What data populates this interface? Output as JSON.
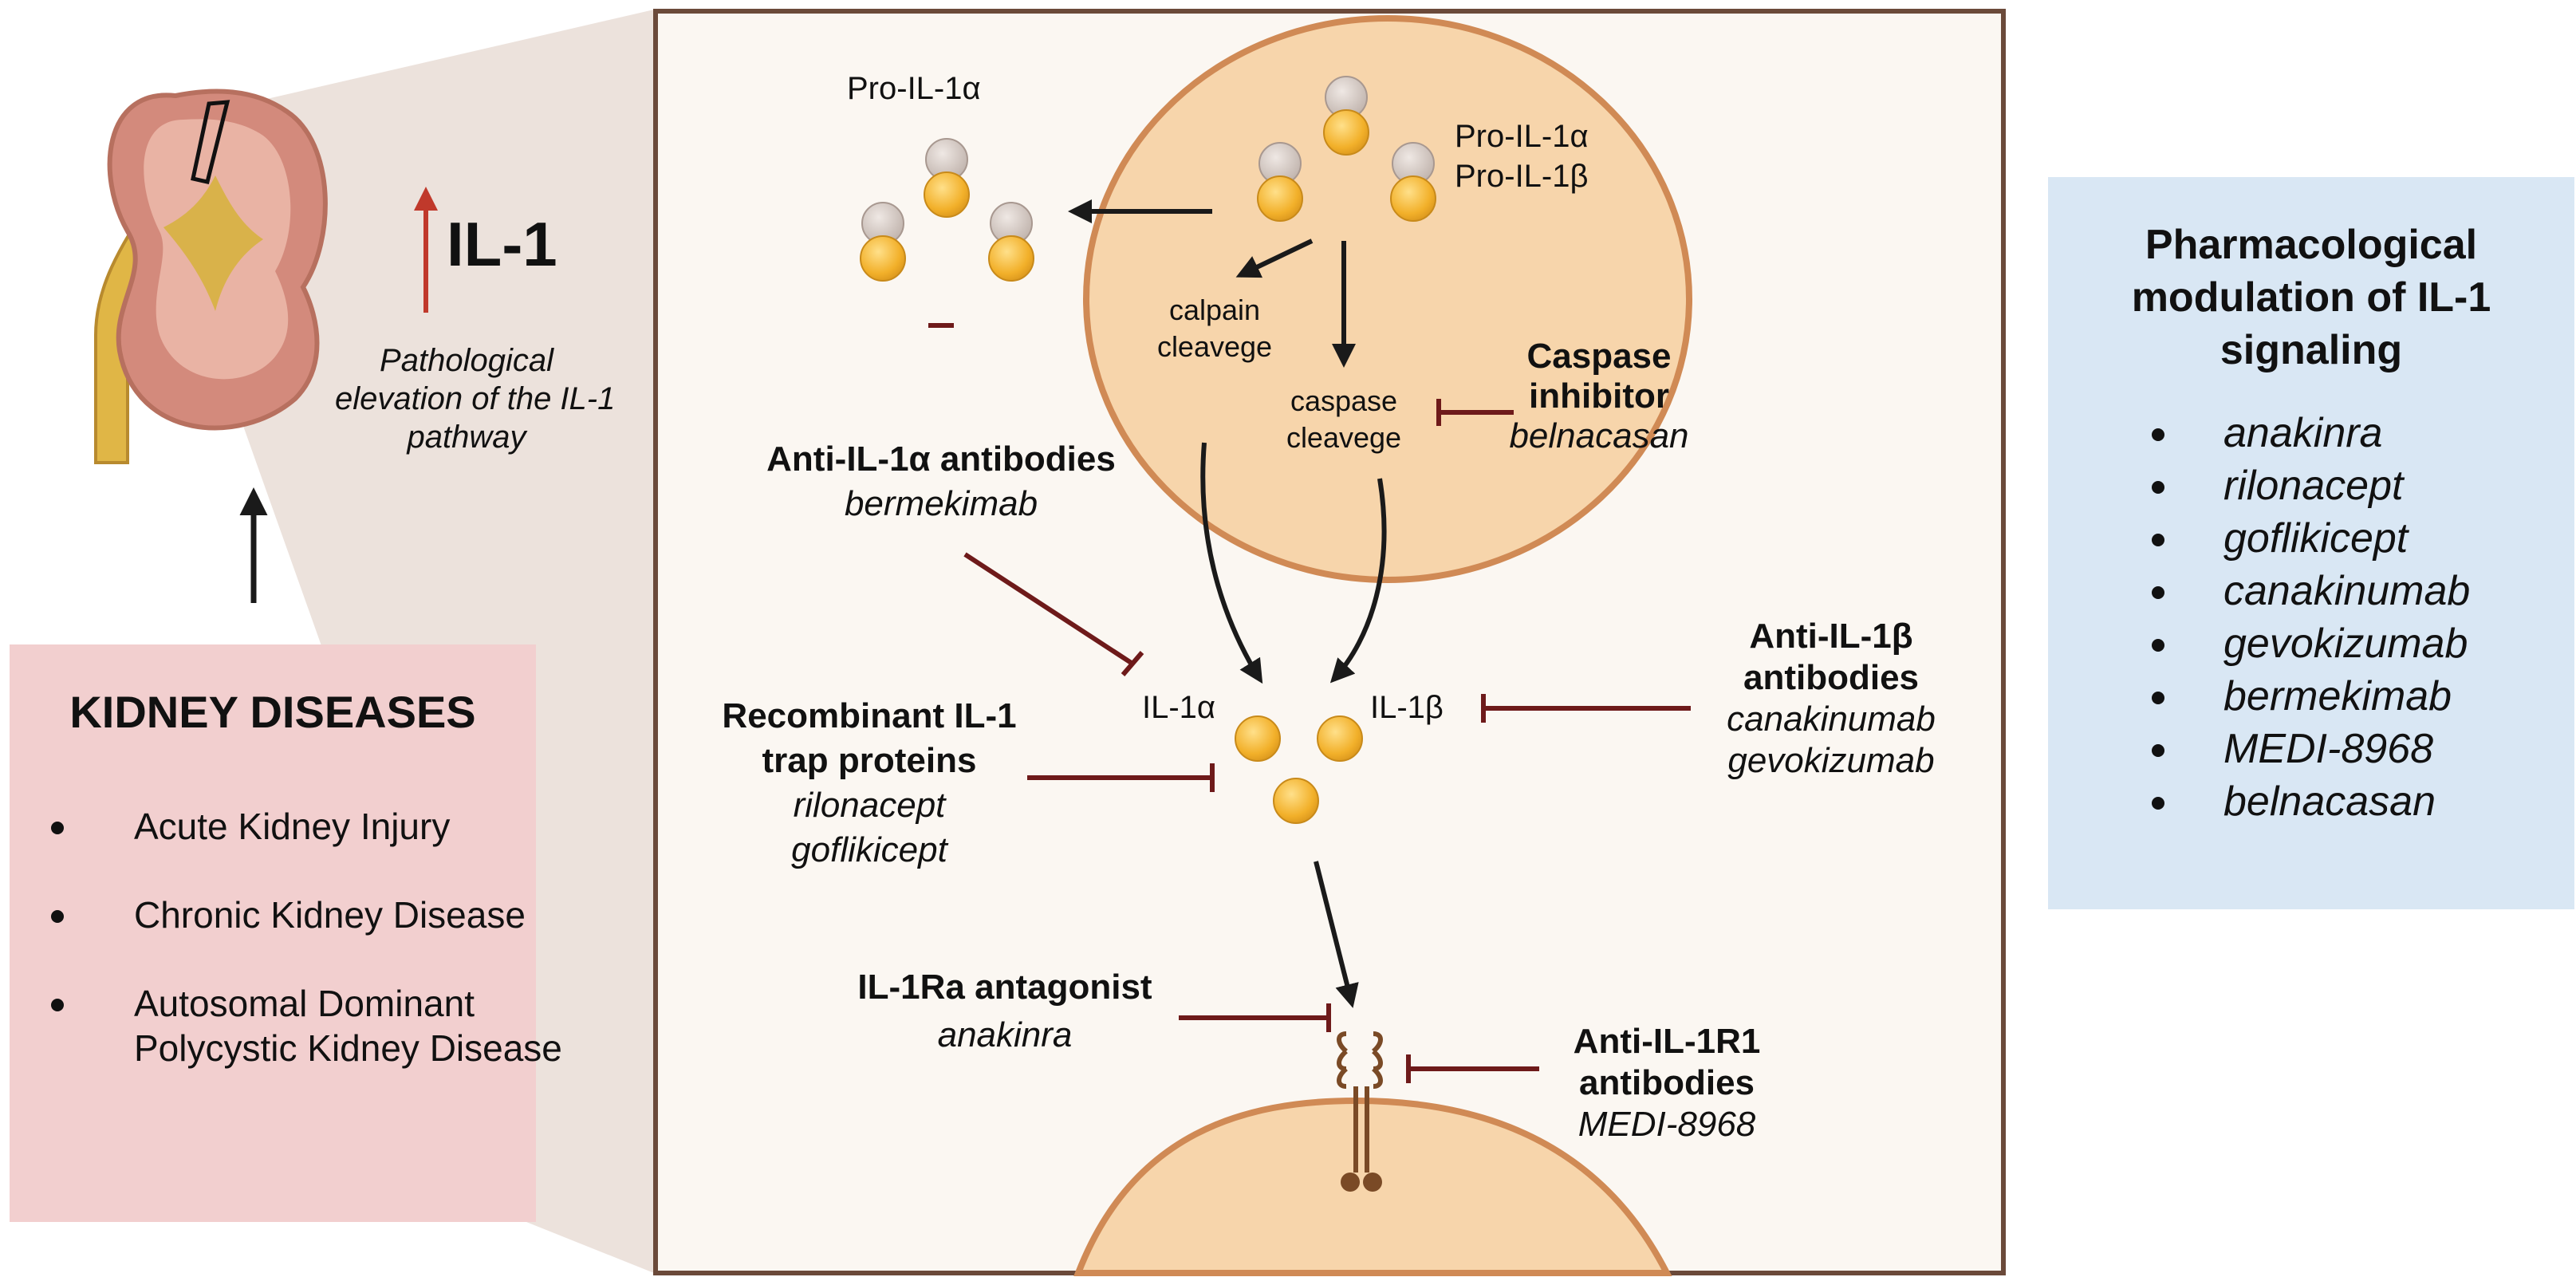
{
  "left": {
    "il1_label": "IL-1",
    "pathology_caption": [
      "Pathological",
      "elevation of the IL-1",
      "pathway"
    ],
    "kidney_diseases": {
      "title": "KIDNEY DISEASES",
      "items": [
        "Acute Kidney Injury",
        "Chronic Kidney Disease",
        "Autosomal Dominant Polycystic Kidney Disease"
      ]
    }
  },
  "cell": {
    "pro_il1a_outside": "Pro-IL-1α",
    "pro_il1a_inside": "Pro-IL-1α",
    "pro_il1b_inside": "Pro-IL-1β",
    "calpain": [
      "calpain",
      "cleavege"
    ],
    "caspase": [
      "caspase",
      "cleavege"
    ],
    "il1a": "IL-1α",
    "il1b": "IL-1β"
  },
  "inhibitors": {
    "caspase_inhibitor": {
      "name": [
        "Caspase",
        "inhibitor"
      ],
      "drugs": [
        "belnacasan"
      ]
    },
    "anti_il1a": {
      "name": [
        "Anti-IL-1α antibodies"
      ],
      "drugs": [
        "bermekimab"
      ]
    },
    "anti_il1b": {
      "name": [
        "Anti-IL-1β",
        "antibodies"
      ],
      "drugs": [
        "canakinumab",
        "gevokizumab"
      ]
    },
    "trap_proteins": {
      "name": [
        "Recombinant IL-1",
        "trap proteins"
      ],
      "drugs": [
        "rilonacept",
        "goflikicept"
      ]
    },
    "il1ra": {
      "name": [
        "IL-1Ra antagonist"
      ],
      "drugs": [
        "anakinra"
      ]
    },
    "anti_il1r1": {
      "name": [
        "Anti-IL-1R1",
        "antibodies"
      ],
      "drugs": [
        "MEDI-8968"
      ]
    }
  },
  "pharmacological": {
    "title": [
      "Pharmacological",
      "modulation of IL-1",
      "signaling"
    ],
    "items": [
      "anakinra",
      "rilonacept",
      "goflikicept",
      "canakinumab",
      "gevokizumab",
      "bermekimab",
      "MEDI-8968",
      "belnacasan"
    ]
  },
  "colors": {
    "kidney_box": "#f2cfcf",
    "pharm_box": "#d9e7f4",
    "panel_fill": "#fbf7f2",
    "panel_border": "#6b4a3a",
    "cell_fill": "#f7d5ab",
    "cell_border": "#d08a55",
    "inhibitor_line": "#6e1a1a",
    "up_arrow": "#c0392b",
    "ligand_gold": "#f2b02a",
    "prodomain_gray": "#cfc3bd",
    "zoom_wedge": "#ece2dc"
  }
}
